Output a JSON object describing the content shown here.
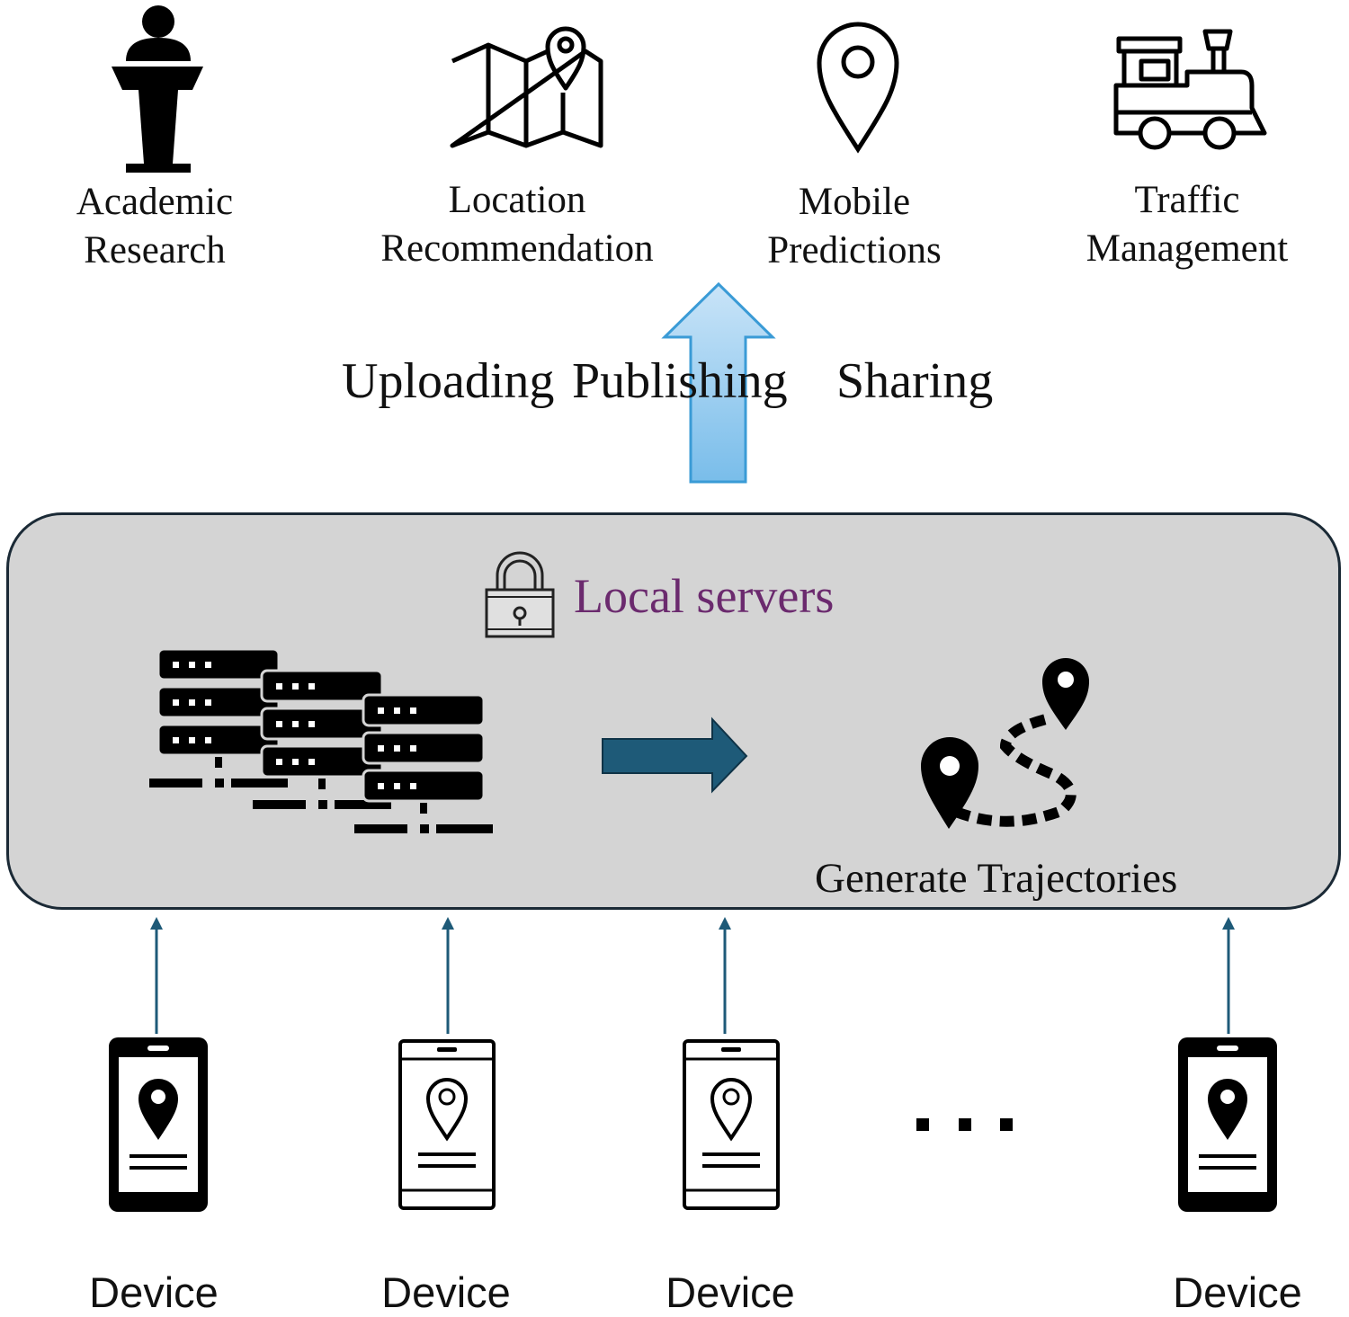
{
  "applications": [
    {
      "id": "academic",
      "icon": "podium-speaker-icon",
      "line1": "Academic",
      "line2": "Research"
    },
    {
      "id": "location",
      "icon": "folded-map-pin-icon",
      "line1": "Location",
      "line2": "Recommendation"
    },
    {
      "id": "mobile",
      "icon": "map-pin-icon",
      "line1": "Mobile",
      "line2": "Predictions"
    },
    {
      "id": "traffic",
      "icon": "train-icon",
      "line1": "Traffic",
      "line2": "Management"
    }
  ],
  "flow": {
    "uploading": "Uploading",
    "publishing": "Publishing",
    "sharing": "Sharing",
    "arrow_color": "#8ec7ee"
  },
  "local_servers": {
    "title": "Local servers",
    "title_color": "#6b2a6e",
    "icon": "padlock-icon",
    "servers_icon": "server-rack-icon",
    "process_arrow_color": "#1e5a78",
    "trajectory_icon": "trajectory-path-icon",
    "output_label": "Generate Trajectories",
    "box_color": "#d4d4d4"
  },
  "devices": [
    {
      "label": "Device",
      "style": "filled"
    },
    {
      "label": "Device",
      "style": "outline"
    },
    {
      "label": "Device",
      "style": "outline"
    },
    {
      "label": "Device",
      "style": "filled"
    }
  ],
  "ellipsis": "...",
  "device_arrow_color": "#1e5a78"
}
